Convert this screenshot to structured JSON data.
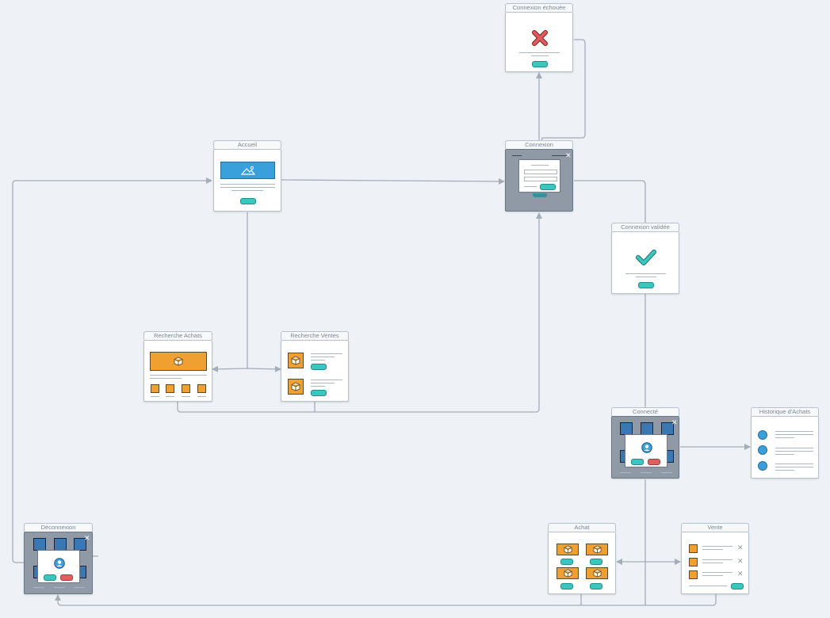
{
  "screens": {
    "connexion_echouee": "Connexion échouée",
    "accueil": "Accueil",
    "connexion": "Connexion",
    "connexion_validee": "Connexion validée",
    "recherche_achats": "Recherche Achats",
    "recherche_ventes": "Recherche Ventes",
    "connecte": "Connecté",
    "historique_achats": "Historique d'Achats",
    "deconnexion": "Déconnexion",
    "achat": "Achat",
    "vente": "Vente"
  },
  "icons": {
    "failure": "x-icon",
    "success": "check-icon",
    "image": "image-icon",
    "product": "package-icon",
    "user": "user-icon",
    "close": "close-icon",
    "remove": "remove-icon"
  },
  "colors": {
    "background": "#eef1f5",
    "connector": "#a4adb8",
    "accent_teal": "#3cc6c0",
    "accent_red": "#e06060",
    "accent_orange": "#f0a030",
    "accent_blue": "#3aa0dc"
  }
}
